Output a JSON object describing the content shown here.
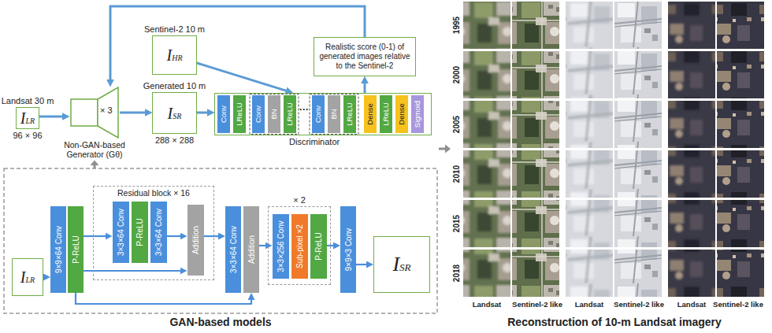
{
  "diagram": {
    "nodes": [
      {
        "text": [
          "Landsat 30 m",
          "ILR",
          "96 × 96"
        ]
      },
      {
        "text": [
          "× 3",
          "Non-GAN-based Generator (Gθ)"
        ]
      },
      {
        "text": [
          "Sentinel-2 10 m",
          "IHR"
        ]
      },
      {
        "text": [
          "Generated 10 m",
          "ISR",
          "288 × 288"
        ]
      },
      {
        "text": [
          "Realistic score (0-1) of generated images relative to the Sentinel-2"
        ]
      },
      {
        "text": [
          "Discriminator"
        ]
      },
      {
        "text": [
          "Conv"
        ],
        "in": 5
      },
      {
        "text": [
          "LReLU"
        ],
        "in": 5
      },
      {
        "text": [
          "Conv"
        ],
        "in": 5
      },
      {
        "text": [
          "BN"
        ],
        "in": 5
      },
      {
        "text": [
          "LReLU"
        ],
        "in": 5
      },
      {
        "text": [
          "Conv"
        ],
        "in": 5
      },
      {
        "text": [
          "BN"
        ],
        "in": 5
      },
      {
        "text": [
          "LReLU"
        ],
        "in": 5
      },
      {
        "text": [
          "Dense"
        ],
        "in": 5
      },
      {
        "text": [
          "LReLU"
        ],
        "in": 5
      },
      {
        "text": [
          "Dense"
        ],
        "in": 5
      },
      {
        "text": [
          "Sigmoid"
        ],
        "in": 5
      },
      {
        "text": [
          "ILR"
        ]
      },
      {
        "text": [
          "9×9×64 Conv"
        ]
      },
      {
        "text": [
          "P-ReLU"
        ]
      },
      {
        "text": [
          "Residual block × 16"
        ]
      },
      {
        "text": [
          "3×3×64 Conv"
        ],
        "in": 21
      },
      {
        "text": [
          "P-ReLU"
        ],
        "in": 21
      },
      {
        "text": [
          "3×3×64 Conv"
        ],
        "in": 21
      },
      {
        "text": [
          "Addition"
        ],
        "in": 21
      },
      {
        "text": [
          "3×3×64 Conv"
        ]
      },
      {
        "text": [
          "Addition"
        ]
      },
      {
        "text": [
          "× 2"
        ]
      },
      {
        "text": [
          "3×3×256 Conv"
        ],
        "in": 28
      },
      {
        "text": [
          "Sub-pixel ×2"
        ],
        "in": 28
      },
      {
        "text": [
          "P-ReLU"
        ],
        "in": 28
      },
      {
        "text": [
          "9×9×3 Conv"
        ]
      },
      {
        "text": [
          "ISR"
        ]
      }
    ],
    "edges": [
      {
        "from": 0,
        "to": 1,
        "arrow": "to"
      },
      {
        "from": 1,
        "to": 3,
        "arrow": "to"
      },
      {
        "from": 3,
        "to": 5,
        "arrow": "to"
      },
      {
        "from": 2,
        "to": 5,
        "arrow": "to"
      },
      {
        "from": 5,
        "to": 4,
        "arrow": "to"
      },
      {
        "from": 4,
        "to": 1,
        "arrow": "to"
      },
      {
        "from": 18,
        "to": 19,
        "arrow": "to"
      },
      {
        "from": 20,
        "to": 22,
        "arrow": "to"
      },
      {
        "from": 24,
        "to": 25,
        "arrow": "to"
      },
      {
        "from": 20,
        "to": 25,
        "arrow": "to"
      },
      {
        "from": 25,
        "to": 26,
        "arrow": "to"
      },
      {
        "from": 20,
        "to": 27,
        "arrow": "to"
      },
      {
        "from": 27,
        "to": 29,
        "arrow": "to"
      },
      {
        "from": 31,
        "to": 32,
        "arrow": "to"
      },
      {
        "from": 32,
        "to": 33,
        "arrow": "to"
      }
    ],
    "labels": [
      "···",
      "GAN-based models",
      "Reconstruction of 10-m Landsat imagery",
      "1995",
      "2000",
      "2005",
      "2010",
      "2015",
      "2018",
      "Landsat",
      "Sentinel-2 like",
      "Landsat",
      "Sentinel-2 like",
      "Landsat",
      "Sentinel-2 like"
    ]
  }
}
